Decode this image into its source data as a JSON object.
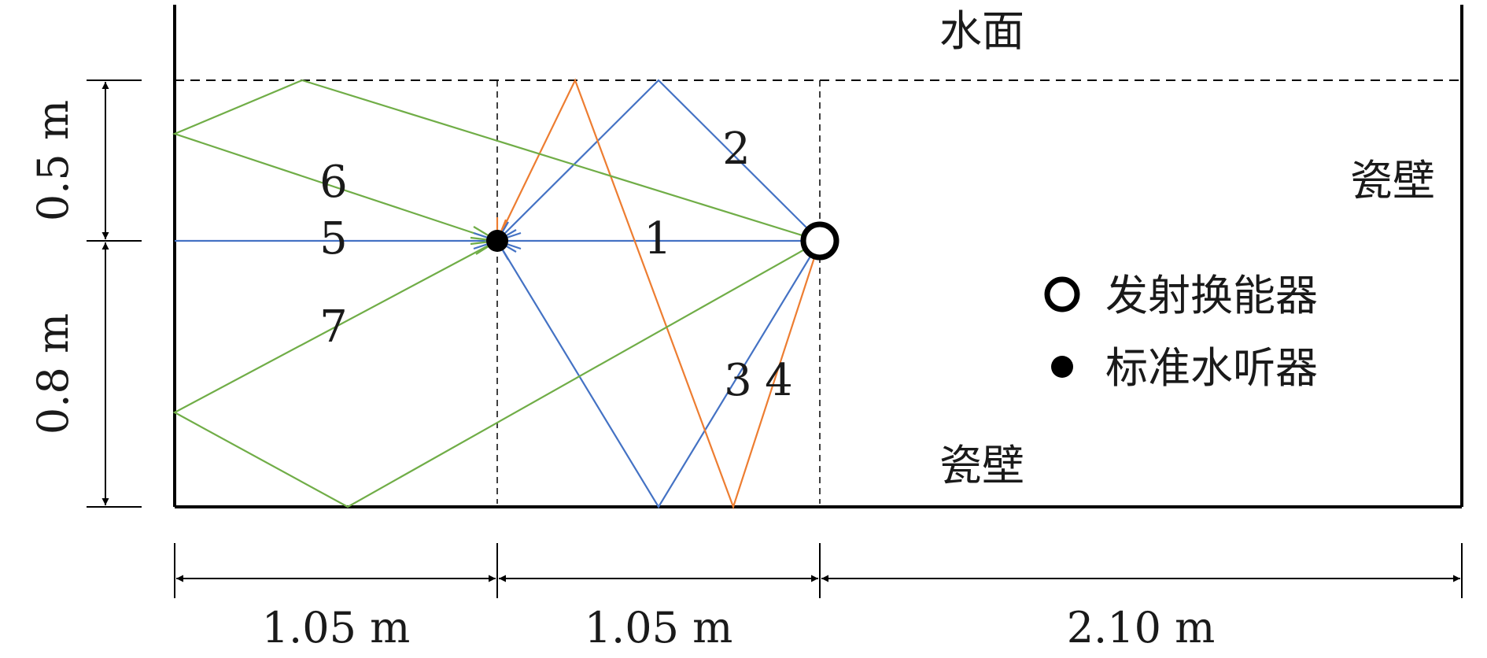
{
  "labels": {
    "water_surface": "水面",
    "wall_right": "瓷壁",
    "wall_bottom": "瓷壁"
  },
  "legend": {
    "transducer": "发射换能器",
    "hydrophone": "标准水听器"
  },
  "dimensions": {
    "vertical_top": "0.5 m",
    "vertical_bottom": "0.8 m",
    "horizontal_left": "1.05 m",
    "horizontal_middle": "1.05 m",
    "horizontal_right": "2.10 m"
  },
  "paths": [
    {
      "id": "1",
      "label": "1",
      "color": "#4472c4"
    },
    {
      "id": "2",
      "label": "2",
      "color": "#4472c4"
    },
    {
      "id": "3",
      "label": "3",
      "color": "#4472c4"
    },
    {
      "id": "4",
      "label": "4",
      "color": "#ed7d31"
    },
    {
      "id": "5",
      "label": "5",
      "color": "#4472c4"
    },
    {
      "id": "6",
      "label": "6",
      "color": "#70ad47"
    },
    {
      "id": "7",
      "label": "7",
      "color": "#70ad47"
    }
  ],
  "colors": {
    "blue": "#4472c4",
    "orange": "#ed7d31",
    "green": "#70ad47",
    "black": "#000000"
  }
}
